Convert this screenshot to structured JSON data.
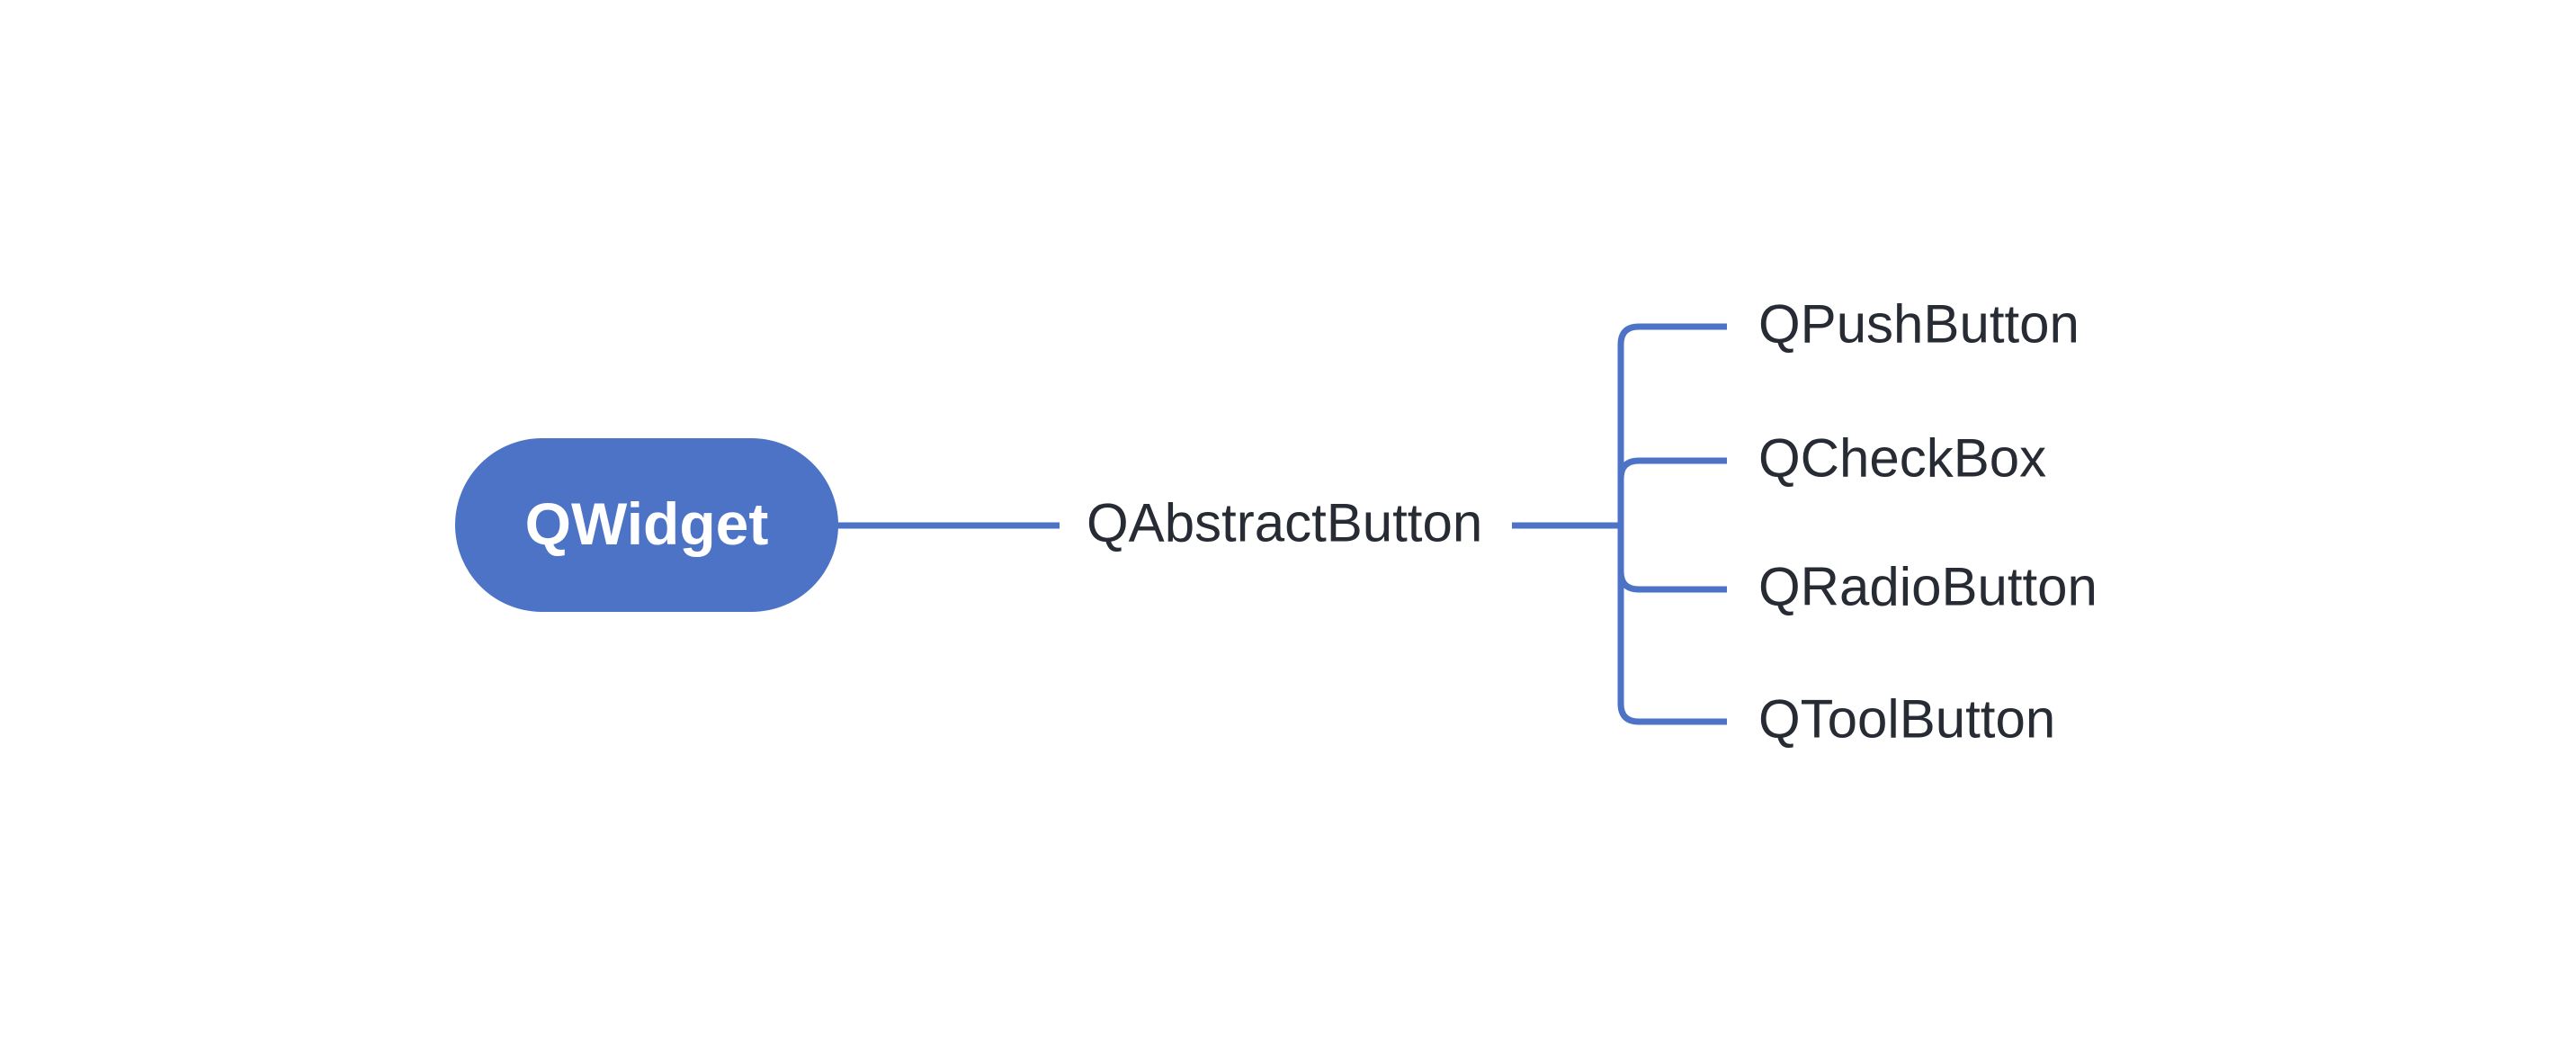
{
  "diagram": {
    "type": "hierarchy-mindmap",
    "accent_color": "#4C73C6",
    "text_color": "#272B33",
    "root": {
      "label": "QWidget"
    },
    "parent": {
      "label": "QAbstractButton"
    },
    "children": [
      {
        "label": "QPushButton"
      },
      {
        "label": "QCheckBox"
      },
      {
        "label": "QRadioButton"
      },
      {
        "label": "QToolButton"
      }
    ],
    "edges": [
      {
        "from": "QWidget",
        "to": "QAbstractButton"
      },
      {
        "from": "QAbstractButton",
        "to": "QPushButton"
      },
      {
        "from": "QAbstractButton",
        "to": "QCheckBox"
      },
      {
        "from": "QAbstractButton",
        "to": "QRadioButton"
      },
      {
        "from": "QAbstractButton",
        "to": "QToolButton"
      }
    ]
  }
}
